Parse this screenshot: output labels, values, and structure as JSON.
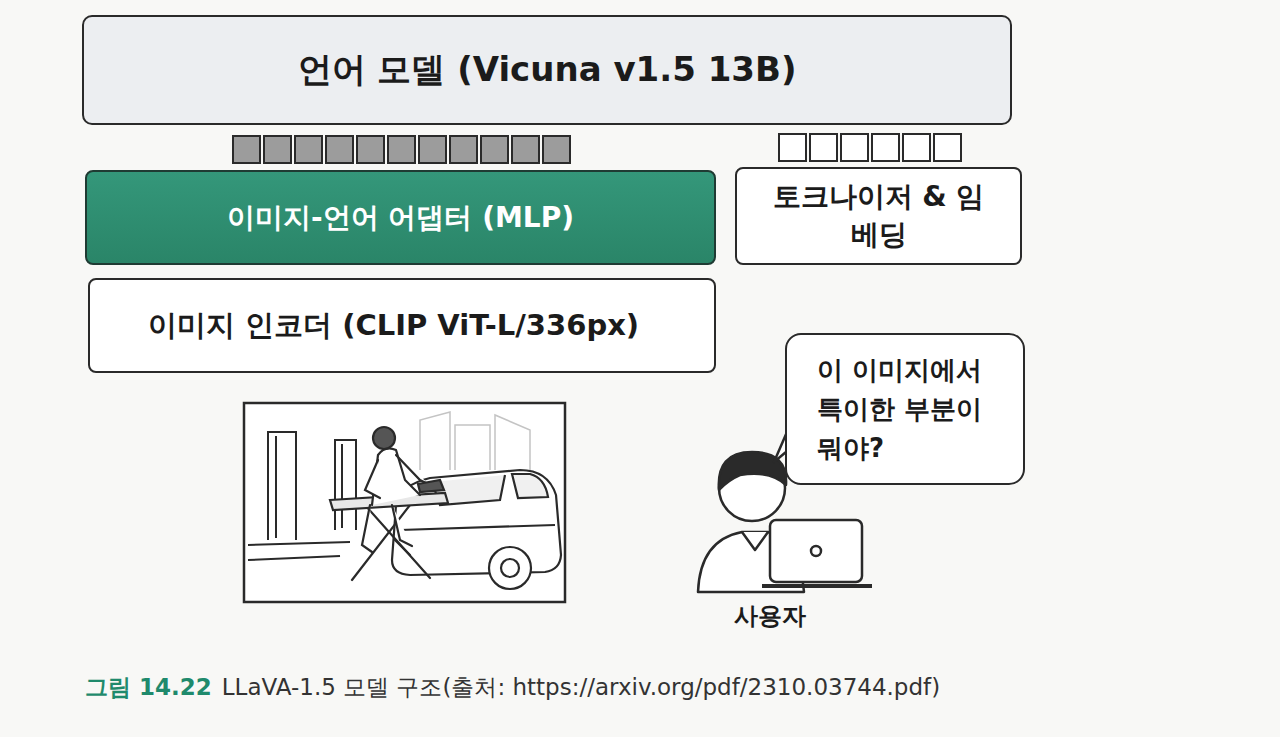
{
  "diagram": {
    "caption": "LLaVA-1.5 모델 구조(출처: https://arxiv.org/pdf/2310.03744.pdf)",
    "nodes": [
      {
        "text": [
          "언어 모델 (Vicuna v1.5 13B)"
        ]
      },
      {
        "text": [
          "이미지-언어 어댑터 (MLP)"
        ]
      },
      {
        "text": [
          "토크나이저 & 임베딩"
        ]
      },
      {
        "text": [
          "이미지 인코더 (CLIP ViT-L/336px)"
        ]
      },
      {
        "text": [
          "이 이미지에서 특이한 부분이 뭐야?"
        ]
      }
    ],
    "labels": [
      "그림 14.22",
      "사용자"
    ]
  }
}
